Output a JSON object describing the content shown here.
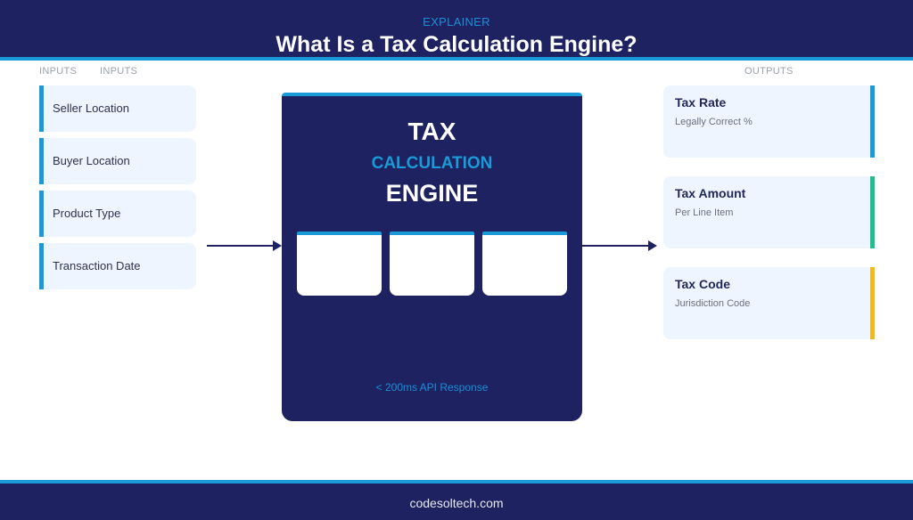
{
  "header": {
    "eyebrow": "EXPLAINER",
    "title": "What Is a Tax Calculation Engine?"
  },
  "labels": {
    "inputs_1": "INPUTS",
    "inputs_2": "INPUTS",
    "outputs": "OUTPUTS"
  },
  "inputs": [
    {
      "label": "Seller Location"
    },
    {
      "label": "Buyer Location"
    },
    {
      "label": "Product Type"
    },
    {
      "label": "Transaction Date"
    }
  ],
  "engine": {
    "line1": "TAX",
    "line2": "CALCULATION",
    "line3": "ENGINE",
    "modules": [
      "",
      "",
      ""
    ],
    "footnote": "< 200ms API Response"
  },
  "outputs": [
    {
      "title": "Tax Rate",
      "subtitle": "Legally Correct %",
      "color": "#1a9ad6"
    },
    {
      "title": "Tax Amount",
      "subtitle": "Per Line Item",
      "color": "#1dbf8e"
    },
    {
      "title": "Tax Code",
      "subtitle": "Jurisdiction Code",
      "color": "#f2b91a"
    }
  ],
  "colors": {
    "navy": "#1e2260",
    "accent_blue": "#1a9ad6",
    "accent_green": "#1dbf8e",
    "accent_yellow": "#f2b91a",
    "card_bg": "#eef5fe"
  },
  "footer": {
    "text": "codesoltech.com"
  }
}
